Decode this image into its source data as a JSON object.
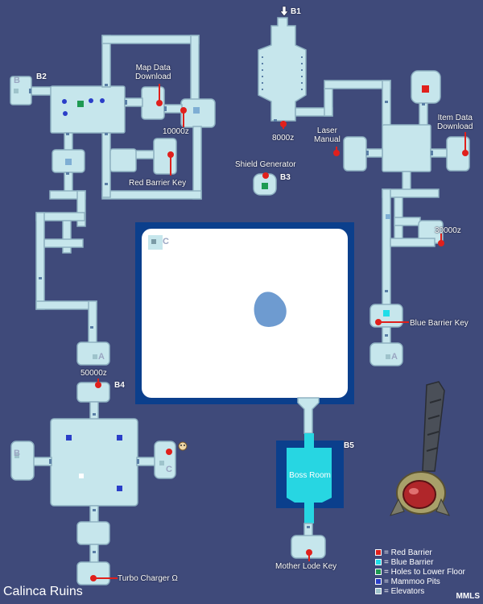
{
  "map": {
    "title": "Calinca Ruins",
    "credit": "MMLS",
    "colors": {
      "background": "#3f4a7a",
      "floor": "#c6e6ec",
      "outline": "#8fb2c2",
      "door": "#5a7fa6",
      "red_barrier": "#e0201c",
      "blue_barrier": "#1fdde8",
      "hole": "#1e9a52",
      "mammoo_pit": "#2a3ec8",
      "elevator": "#9ec3cb",
      "boss_room": "#27d6e2",
      "boss_frame": "#0b3f8c",
      "marker": "#e0201c"
    },
    "labels": {
      "map_data": "Map Data\nDownload",
      "z10000": "10000z",
      "red_key": "Red Barrier Key",
      "shield": "Shield Generator",
      "z8000": "8000z",
      "laser": "Laser\nManual",
      "item_data": "Item Data\nDownload",
      "z30000": "30000z",
      "blue_key": "Blue Barrier Key",
      "z50000": "50000z",
      "turbo": "Turbo Charger Ω",
      "mother_lode": "Mother Lode Key",
      "boss_room": "Boss Room"
    },
    "blocks": {
      "b1": "B1",
      "b2": "B2",
      "b3": "B3",
      "b4": "B4",
      "b5": "B5"
    },
    "elevator_letters": {
      "a": "A",
      "b": "B",
      "c": "C"
    },
    "legend": [
      {
        "label": "= Red Barrier",
        "color": "#e0201c"
      },
      {
        "label": "= Blue Barrier",
        "color": "#1fdde8"
      },
      {
        "label": "= Holes to Lower Floor",
        "color": "#1e9a52"
      },
      {
        "label": "= Mammoo Pits",
        "color": "#2a3ec8"
      },
      {
        "label": "= Elevators",
        "color": "#9ec3cb"
      }
    ]
  }
}
